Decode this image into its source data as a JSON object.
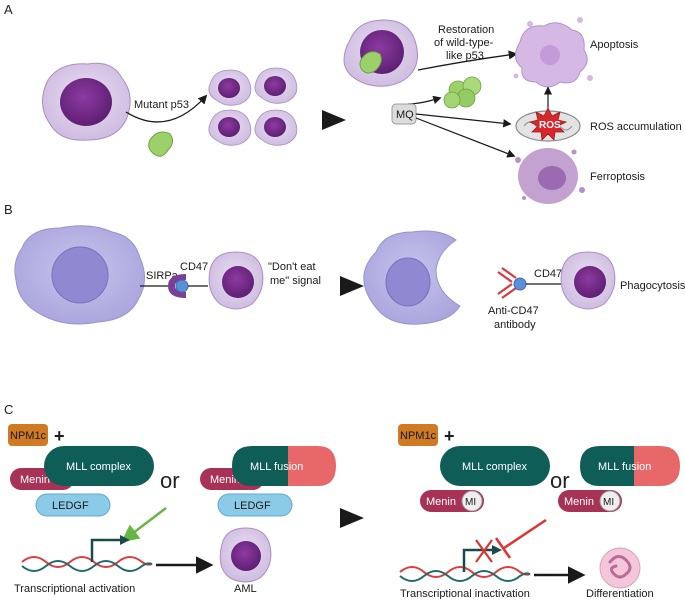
{
  "panels": {
    "a": "A",
    "b": "B",
    "c": "C"
  },
  "panel_a": {
    "mutant_label": "Mutant p53",
    "restoration_lines": [
      "Restoration",
      "of wild-type-",
      "like p53"
    ],
    "mq_label": "MQ",
    "apoptosis_label": "Apoptosis",
    "ros_badge": "ROS",
    "ros_label": "ROS accumulation",
    "ferroptosis_label": "Ferroptosis"
  },
  "panel_b": {
    "sirpa_label": "SIRPa",
    "cd47_label_left": "CD47",
    "dont_eat_lines": [
      "\"Don't eat",
      "me\" signal"
    ],
    "antibody_lines": [
      "Anti-CD47",
      "antibody"
    ],
    "cd47_label_right": "CD47",
    "phagocytosis_label": "Phagocytosis"
  },
  "panel_c": {
    "npm1c": "NPM1c",
    "plus": "+",
    "mll_complex": "MLL complex",
    "menin": "Menin",
    "ledgf": "LEDGF",
    "or": "or",
    "mll_fusion": "MLL fusion",
    "mi": "MI",
    "transcriptional_activation": "Transcriptional activation",
    "aml": "AML",
    "transcriptional_inactivation": "Transcriptional inactivation",
    "differentiation": "Differentiation"
  },
  "colors": {
    "purple_cell": "#7a2b8e",
    "macrophage": "#b7b3e3",
    "teal": "#0f5d57",
    "salmon": "#e8686a",
    "menin": "#a83255",
    "ledgf": "#8ccbe8",
    "npm1c": "#d07a23",
    "green_arrow": "#66b545",
    "red_inhibit": "#e0332f"
  }
}
